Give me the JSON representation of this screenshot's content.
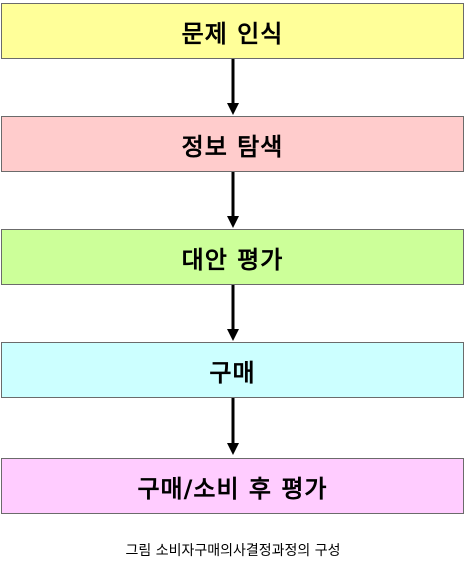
{
  "stages": [
    {
      "label": "문제 인식",
      "color": "#ffff99"
    },
    {
      "label": "정보 탐색",
      "color": "#ffcccc"
    },
    {
      "label": "대안 평가",
      "color": "#ccff99"
    },
    {
      "label": "구매",
      "color": "#ccffff"
    },
    {
      "label": "구매/소비 후 평가",
      "color": "#ffccff"
    }
  ],
  "caption": "그림 소비자구매의사결정과정의 구성"
}
